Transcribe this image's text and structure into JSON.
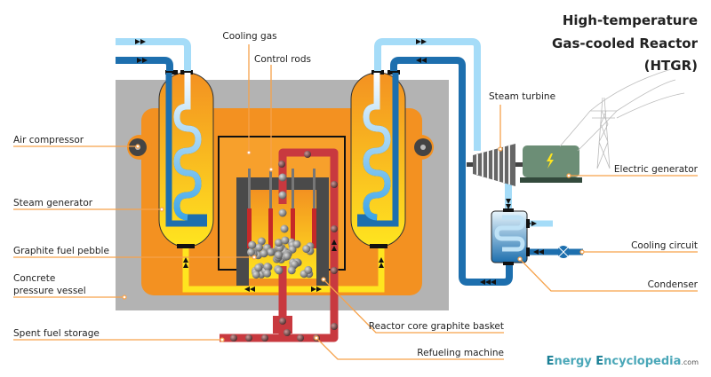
{
  "title": {
    "line1": "High-temperature",
    "line2": "Gas-cooled Reactor",
    "line3": "(HTGR)"
  },
  "labels": {
    "air_compressor": "Air compressor",
    "steam_generator": "Steam generator",
    "graphite_fuel_pebble": "Graphite fuel pebble",
    "concrete_pressure_vessel_1": "Concrete",
    "concrete_pressure_vessel_2": "pressure vessel",
    "spent_fuel_storage": "Spent fuel storage",
    "cooling_gas": "Cooling gas",
    "control_rods": "Control rods",
    "steam_turbine": "Steam turbine",
    "electric_generator": "Electric generator",
    "cooling_circuit": "Cooling circuit",
    "condenser": "Condenser",
    "reactor_core_graphite_basket": "Reactor core graphite basket",
    "refueling_machine": "Refueling machine"
  },
  "logo": {
    "word1_initial": "E",
    "word1_rest": "nergy ",
    "word2_initial": "E",
    "word2_rest": "ncyclopedia",
    "suffix": ".com"
  },
  "colors": {
    "concrete": "#b3b3b3",
    "vessel_orange": "#f39121",
    "coolant_yellow": "#ffe51f",
    "cold_water": "#1d6fae",
    "steam_light": "#a5dcf8",
    "fuel_pipe": "#c8393f",
    "graphite": "#4a4a4a",
    "generator": "#6c8e76",
    "leader": "#f6a24b",
    "logo": "#1a7f95"
  }
}
